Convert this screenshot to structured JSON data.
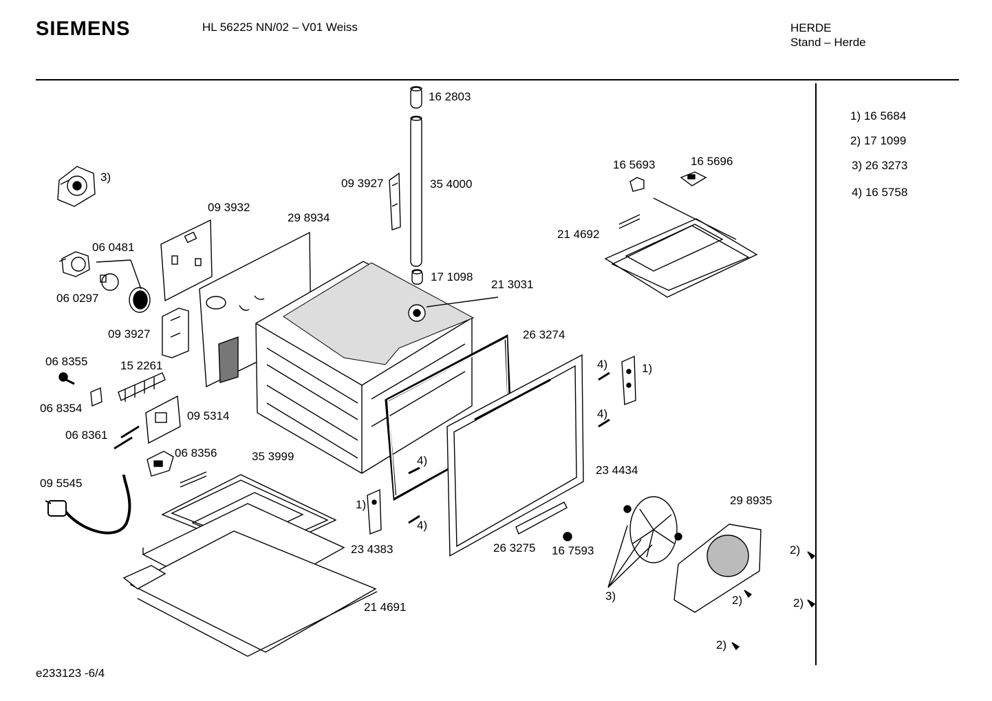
{
  "header": {
    "brand": "SIEMENS",
    "model": "HL 56225 NN/02 – V01 Weiss",
    "category_line1": "HERDE",
    "category_line2": "Stand – Herde"
  },
  "footnotes": [
    "1) 16 5684",
    "2) 17 1099",
    "3) 26 3273",
    "4) 16 5758"
  ],
  "part_labels": [
    "16 2803",
    "35 4000",
    "09 3927",
    "3)",
    "09 3932",
    "29 8934",
    "06 0481",
    "06 0297",
    "17 1098",
    "21 3031",
    "09 3927",
    "16 5693",
    "16 5696",
    "21 4692",
    "26 3274",
    "06 8355",
    "15 2261",
    "06 8354",
    "09 5314",
    "06 8361",
    "06 8356",
    "35 3999",
    "4)",
    "1)",
    "4)",
    "4)",
    "09 5545",
    "23 4434",
    "1)",
    "4)",
    "23 4383",
    "26 3275",
    "16 7593",
    "29 8935",
    "2)",
    "21 4691",
    "3)",
    "2)",
    "2)",
    "2)"
  ],
  "doc_id": "e233123 -6/4"
}
